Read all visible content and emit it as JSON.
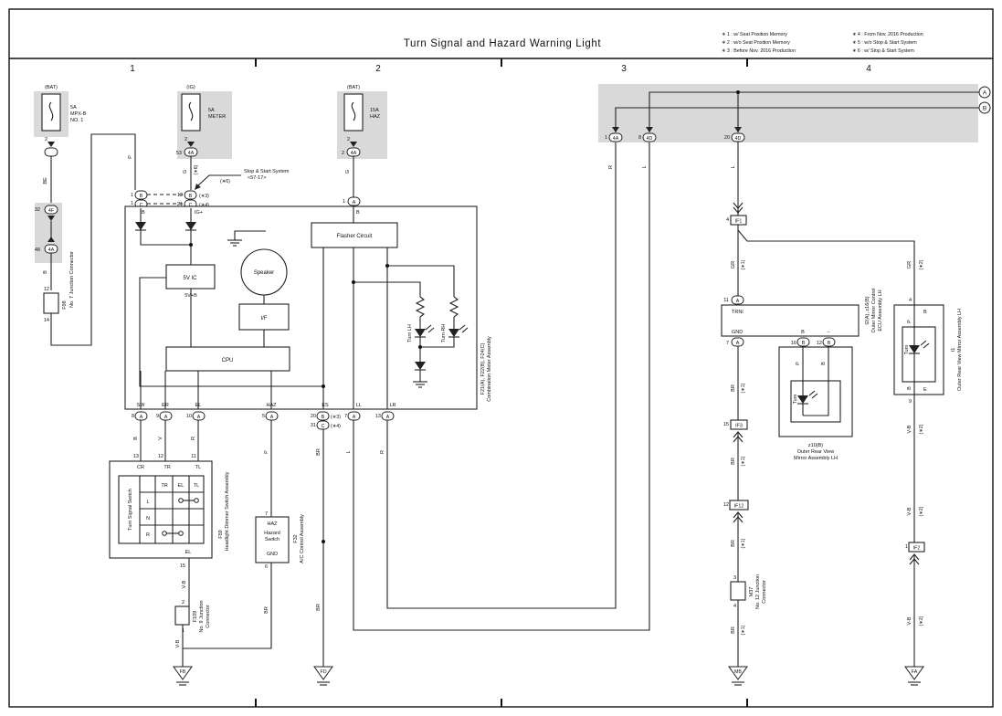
{
  "title": "Turn Signal and Hazard Warning Light",
  "notes_left": [
    "∗ 1 : w/ Seat Position Memory",
    "∗ 2 : w/o Seat Position Memory",
    "∗ 3 : Before Nov. 2016 Production"
  ],
  "notes_right": [
    "∗ 4 : From Nov. 2016 Production",
    "∗ 5 : w/o Stop & Start System",
    "∗ 6 : w/ Stop & Start System"
  ],
  "columns": [
    "1",
    "2",
    "3",
    "4"
  ],
  "fuses": [
    {
      "source": "(BAT)",
      "amp": "5A",
      "name1": "MPX-B",
      "name2": "NO. 1"
    },
    {
      "source": "(IG)",
      "amp": "5A",
      "name1": "METER",
      "name2": ""
    },
    {
      "source": "(BAT)",
      "amp": "15A",
      "name1": "HAZ",
      "name2": ""
    }
  ],
  "connectors": {
    "c4A": "4A",
    "c4F": "4F",
    "c4D": "4D",
    "cB": "B",
    "cC": "C",
    "cA": "A",
    "cIF1": "IF1",
    "cIF2": "IF2",
    "cIF3": "IF3",
    "cIF12": "IF12"
  },
  "pins": {
    "p2": "2",
    "p53": "53",
    "p32": "32",
    "p48": "48",
    "p12": "12",
    "p14": "14",
    "p1": "1",
    "p13": "13",
    "p21": "21",
    "p8": "8",
    "p9": "9",
    "p10": "10",
    "p5": "5",
    "p20": "20",
    "p31": "31",
    "p7": "7",
    "p11": "11",
    "p15": "15",
    "p6": "6",
    "p16": "16",
    "p4": "4",
    "p3": "3"
  },
  "wires": {
    "BE": "BE",
    "B": "B",
    "P": "P",
    "G": "G",
    "R": "R",
    "L": "L",
    "V": "V",
    "BR": "BR",
    "GR": "GR",
    "VB": "V-B"
  },
  "codes": {
    "c1": "(∗1)",
    "c2": "(∗2)",
    "c3": "(∗3)",
    "c4": "(∗4)",
    "c6": "(∗6)"
  },
  "stopstart": {
    "line1": "Stop & Start System",
    "line2": "<57-17>"
  },
  "meter": {
    "ig": "IG+",
    "flasher": "Flasher Circuit",
    "speaker": "Speaker",
    "vic": "5V IC",
    "vb": "5V+B",
    "if": "I/F",
    "cpu": "CPU",
    "turn_lh": "Turn LH",
    "turn_rh": "Turn RH",
    "terms": [
      "SW",
      "ER",
      "EL",
      "HAZ",
      "ES",
      "LL",
      "LR"
    ],
    "label1": "F21(A), F22(B), F24(C)",
    "label2": "Combination Meter Assembly"
  },
  "junction7": {
    "id": "F98",
    "name": "No. 7 Junction Connector"
  },
  "headlight": {
    "top": [
      "CR",
      "TR",
      "TL"
    ],
    "bottom": "EL",
    "grid_head": [
      "TR",
      "EL",
      "TL"
    ],
    "rows": [
      "L",
      "N",
      "R"
    ],
    "side": "Turn Signal Switch",
    "id": "F59",
    "name": "Headlight Dimmer Switch Assembly"
  },
  "junction9": {
    "id": "F109",
    "name1": "No. 9 Junction",
    "name2": "Connector"
  },
  "hazard": {
    "l1": "Hazard",
    "l2": "Switch",
    "top": "HAZ",
    "bottom": "GND",
    "id": "F32",
    "name": "A/C Control Assembly"
  },
  "ecu": {
    "trn": "TRNI",
    "gnd": "GND",
    "b": "B",
    "minus": "−",
    "id": "I2(A), z16(B)",
    "name1": "Outer Mirror Control",
    "name2": "ECU Assembly LH"
  },
  "mirror_b": {
    "id": "z10(B)",
    "name1": "Outer Rear View",
    "name2": "Mirror Assembly LH",
    "turn": "Turn"
  },
  "mirror_r": {
    "turn": "Turn",
    "b": "B",
    "e": "E",
    "id": "I1",
    "name": "Outer Rear View Mirror Assembly LH"
  },
  "junction12": {
    "id": "M37",
    "name1": "No. 12 Junction",
    "name2": "Connector"
  },
  "grounds": [
    "FB",
    "FD",
    "MB",
    "FA"
  ],
  "offpage": [
    "A",
    "B"
  ]
}
